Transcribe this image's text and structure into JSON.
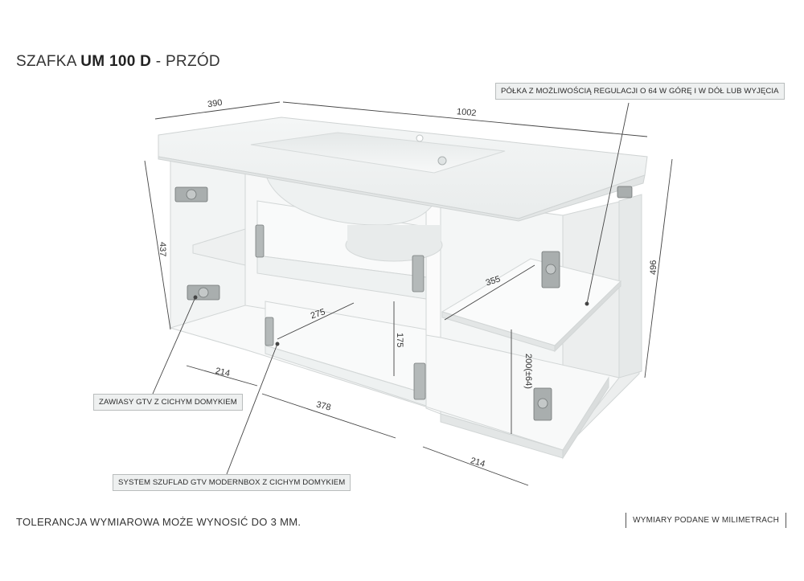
{
  "title": {
    "prefix": "SZAFKA ",
    "model": "UM 100 D",
    "suffix": " - PRZÓD"
  },
  "callouts": {
    "shelf": "PÓŁKA Z MOŻLIWOŚCIĄ REGULACJI O 64 W GÓRĘ I W DÓŁ LUB WYJĘCIA",
    "hinges": "ZAWIASY GTV Z CICHYM DOMYKIEM",
    "drawers": "SYSTEM SZUFLAD GTV MODERNBOX Z CICHYM DOMYKIEM"
  },
  "dimensions": {
    "d390": "390",
    "d1002": "1002",
    "d437": "437",
    "d496": "496",
    "d355": "355",
    "d275": "275",
    "d175": "175",
    "d200": "200(±64)",
    "d214a": "214",
    "d378": "378",
    "d214b": "214"
  },
  "footer": {
    "tolerance": "TOLERANCJA WYMIAROWA MOŻE WYNOSIĆ DO 3 MM.",
    "units": "WYMIARY PODANE W MILIMETRACH"
  },
  "colors": {
    "panel": "#ffffff",
    "edge": "#cfd3d3",
    "shadow": "#e6e8e8",
    "line": "#3a3a3a"
  }
}
